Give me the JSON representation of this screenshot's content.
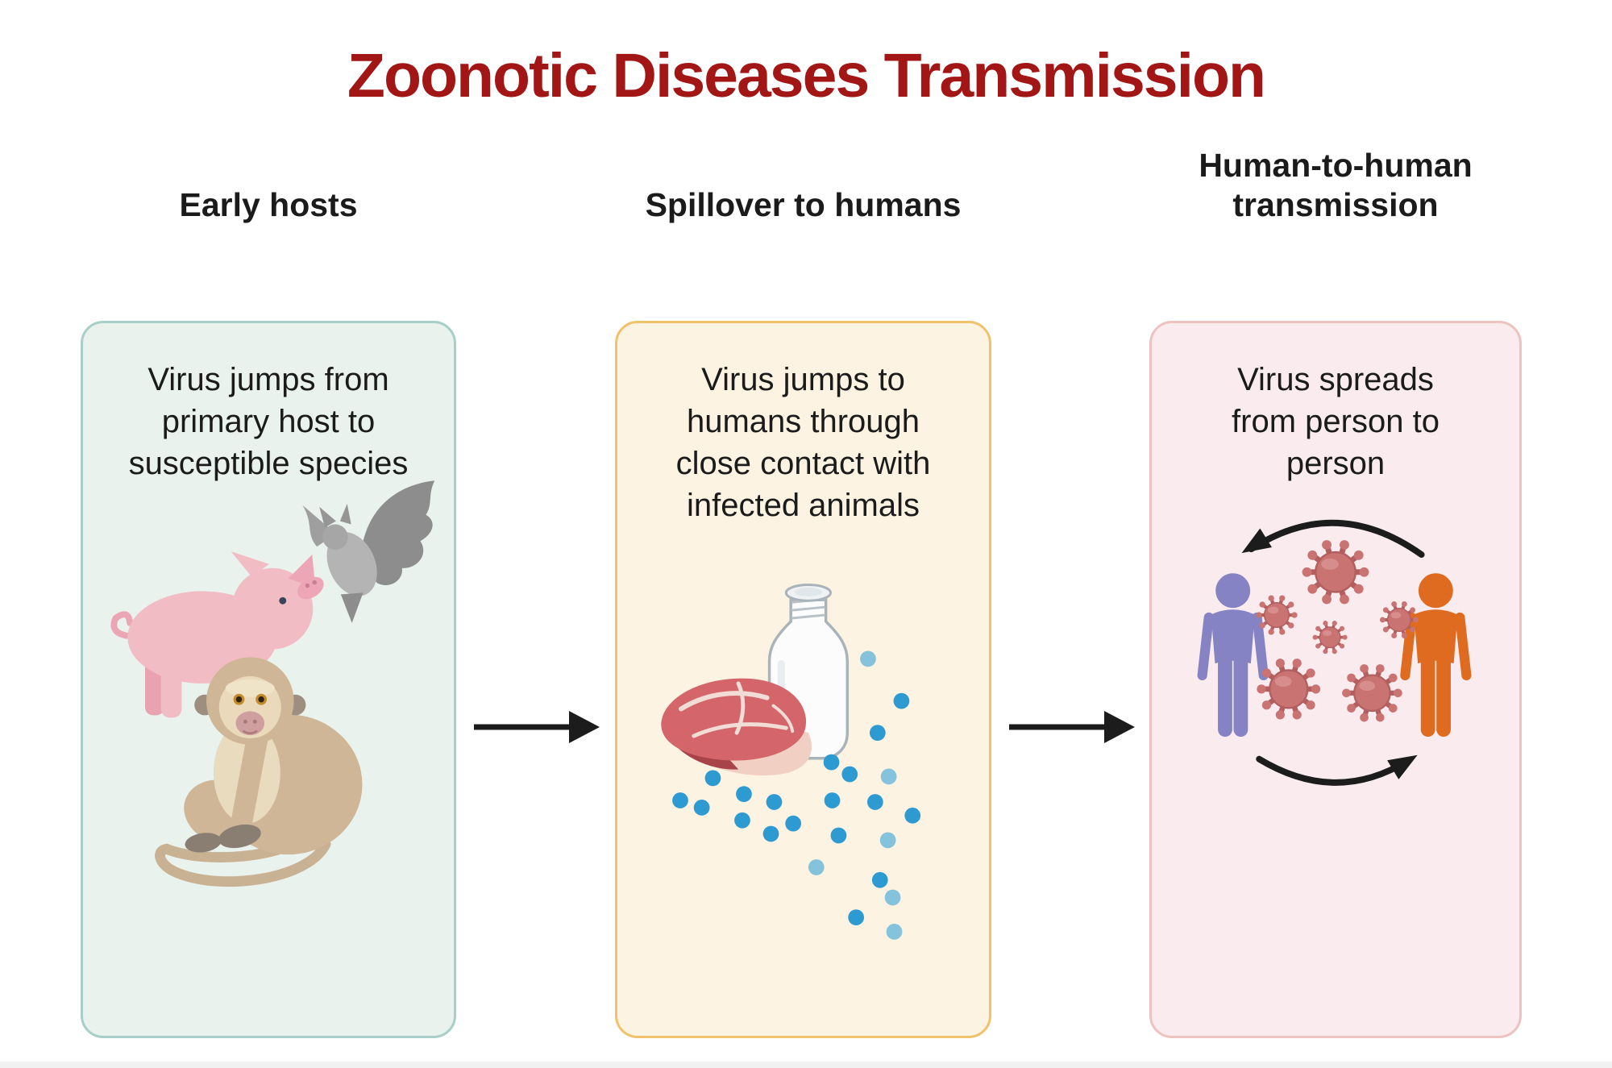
{
  "title": "Zoonotic Diseases Transmission",
  "columns": [
    {
      "header": "Early hosts",
      "body": "Virus jumps from primary host to susceptible species",
      "icons": [
        "pig-icon",
        "bat-icon",
        "monkey-icon"
      ]
    },
    {
      "header": "Spillover to humans",
      "body": "Virus jumps to humans through close contact with infected animals",
      "icons": [
        "meat-icon",
        "milk-bottle-icon",
        "droplets-icon"
      ]
    },
    {
      "header": "Human-to-human transmission",
      "body": "Virus spreads from person to person",
      "icons": [
        "person-left-icon",
        "person-right-icon",
        "virus-icon",
        "cycle-arrow-top-icon",
        "cycle-arrow-bottom-icon"
      ]
    }
  ],
  "connectors": [
    {
      "type": "arrow-right-icon"
    },
    {
      "type": "arrow-right-icon"
    }
  ],
  "colors": {
    "title": "#a31616",
    "text": "#1b1b1b",
    "panel1-bg": "#eaf2ee",
    "panel1-border": "#a7cfc8",
    "panel2-bg": "#fdf3e3",
    "panel2-border": "#f0c26b",
    "panel3-bg": "#faecee",
    "panel3-border": "#edc3c0",
    "pig": "#f2bcc4",
    "bat": "#8d8d8d",
    "monkey": "#cfb697",
    "droplet": "#2d9ad2",
    "droplet-light": "#85c2dc",
    "virus-body": "#c97373",
    "virus-outline": "#b35f5f",
    "person-left": "#8583c3",
    "person-right": "#df6b20",
    "arrow": "#1c1c1c",
    "footer-strip": "#f1f1f1"
  }
}
